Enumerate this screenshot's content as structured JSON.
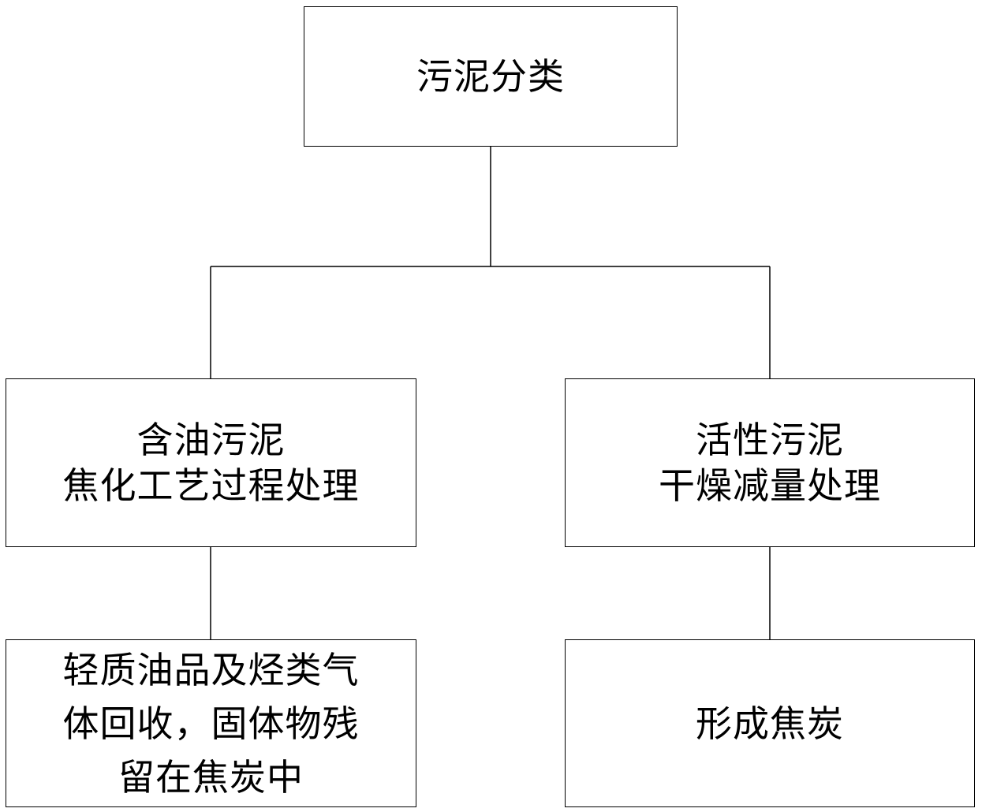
{
  "diagram": {
    "root": {
      "label": "污泥分类"
    },
    "oily_sludge": {
      "label": "含油污泥\n焦化工艺过程处理"
    },
    "activated_sludge": {
      "label": "活性污泥\n干燥减量处理"
    },
    "oily_result": {
      "label": "轻质油品及烃类气\n体回收，固体物残\n留在焦炭中"
    },
    "activated_result": {
      "label": "形成焦炭"
    }
  },
  "colors": {
    "stroke": "#000000",
    "background": "#ffffff"
  }
}
